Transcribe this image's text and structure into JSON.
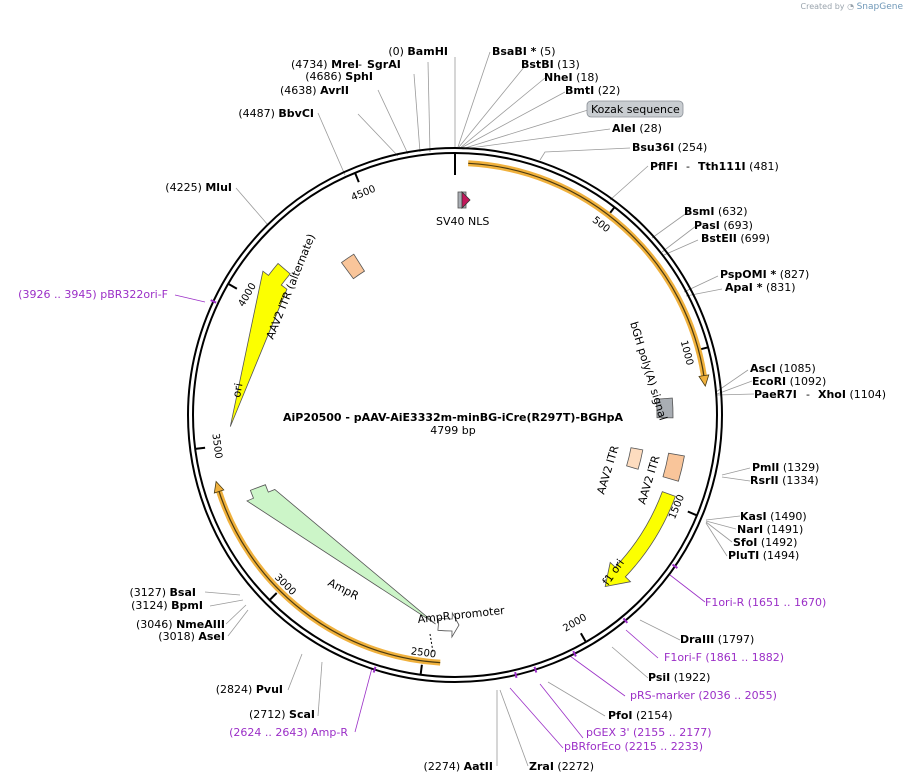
{
  "credit": {
    "prefix": "Created by",
    "brand": "SnapGene"
  },
  "plasmid": {
    "name": "AiP20500 - pAAV-AiE3332m-minBG-iCre(R297T)-BGHpA",
    "length_label": "4799 bp",
    "length": 4799
  },
  "ticks": [
    "500",
    "1000",
    "1500",
    "2000",
    "2500",
    "3000",
    "3500",
    "4000",
    "4500"
  ],
  "features": {
    "sv40": "SV40 NLS",
    "bgh": "bGH poly(A) signal",
    "aav_itr_1": "AAV2 ITR",
    "aav_itr_2": "AAV2 ITR",
    "f1ori": "f1 ori",
    "ampr_promoter": "AmpR promoter",
    "ampr": "AmpR",
    "ori": "ori",
    "aav_alt": "AAV2 ITR (alternate)",
    "kozak": "Kozak sequence"
  },
  "sites": [
    {
      "name": "BamHI",
      "pos": "(0)"
    },
    {
      "name": "MreI",
      "pos": "(4734)"
    },
    {
      "name": "SgrAI",
      "pos": ""
    },
    {
      "name": "SphI",
      "pos": "(4686)"
    },
    {
      "name": "AvrII",
      "pos": "(4638)"
    },
    {
      "name": "BbvCI",
      "pos": "(4487)"
    },
    {
      "name": "MluI",
      "pos": "(4225)"
    },
    {
      "name": "BsaBI *",
      "pos": "(5)"
    },
    {
      "name": "BstBI",
      "pos": "(13)"
    },
    {
      "name": "NheI",
      "pos": "(18)"
    },
    {
      "name": "BmtI",
      "pos": "(22)"
    },
    {
      "name": "AleI",
      "pos": "(28)"
    },
    {
      "name": "Bsu36I",
      "pos": "(254)"
    },
    {
      "name": "PflFI",
      "pos": ""
    },
    {
      "name": "Tth111I",
      "pos": "(481)"
    },
    {
      "name": "BsmI",
      "pos": "(632)"
    },
    {
      "name": "PasI",
      "pos": "(693)"
    },
    {
      "name": "BstEII",
      "pos": "(699)"
    },
    {
      "name": "PspOMI *",
      "pos": "(827)"
    },
    {
      "name": "ApaI *",
      "pos": "(831)"
    },
    {
      "name": "AscI",
      "pos": "(1085)"
    },
    {
      "name": "EcoRI",
      "pos": "(1092)"
    },
    {
      "name": "PaeR7I",
      "pos": ""
    },
    {
      "name": "XhoI",
      "pos": "(1104)"
    },
    {
      "name": "PmlI",
      "pos": "(1329)"
    },
    {
      "name": "RsrII",
      "pos": "(1334)"
    },
    {
      "name": "KasI",
      "pos": "(1490)"
    },
    {
      "name": "NarI",
      "pos": "(1491)"
    },
    {
      "name": "SfoI",
      "pos": "(1492)"
    },
    {
      "name": "PluTI",
      "pos": "(1494)"
    },
    {
      "name": "DraIII",
      "pos": "(1797)"
    },
    {
      "name": "PsiI",
      "pos": "(1922)"
    },
    {
      "name": "PfoI",
      "pos": "(2154)"
    },
    {
      "name": "ZraI",
      "pos": "(2272)"
    },
    {
      "name": "AatII",
      "pos": "(2274)"
    },
    {
      "name": "ScaI",
      "pos": "(2712)"
    },
    {
      "name": "PvuI",
      "pos": "(2824)"
    },
    {
      "name": "AseI",
      "pos": "(3018)"
    },
    {
      "name": "NmeAIII",
      "pos": "(3046)"
    },
    {
      "name": "BpmI",
      "pos": "(3124)"
    },
    {
      "name": "BsaI",
      "pos": "(3127)"
    }
  ],
  "primers": [
    {
      "name": "pBR322ori-F",
      "range": "(3926 .. 3945)"
    },
    {
      "name": "F1ori-R",
      "range": "(1651 .. 1670)"
    },
    {
      "name": "F1ori-F",
      "range": "(1861 .. 1882)"
    },
    {
      "name": "pRS-marker",
      "range": "(2036 .. 2055)"
    },
    {
      "name": "pGEX 3'",
      "range": "(2155 .. 2177)"
    },
    {
      "name": "pBRforEco",
      "range": "(2215 .. 2233)"
    },
    {
      "name": "Amp-R",
      "range": "(2624 .. 2643)"
    }
  ],
  "colors": {
    "backbone": "#000000",
    "orf": "#f0b13d",
    "orf_line": "#4a3a10",
    "grey_feature": "#a9aeb4",
    "itr": "#f9c59a",
    "itr_alt": "#fddcbf",
    "ori": "#fcff00",
    "ampr": "#ccf5c8",
    "primer": "#9b2fc7",
    "nls": "#c2185b"
  }
}
